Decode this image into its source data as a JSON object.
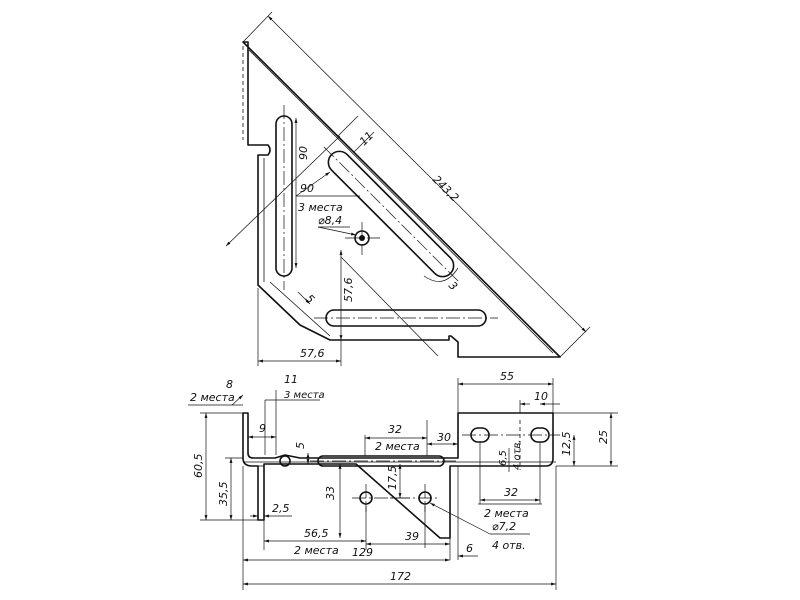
{
  "top_view": {
    "dim_hyp": "243,2",
    "dim_slot_w": "11",
    "dim_90_a": "90",
    "dim_90_b": "90",
    "note_3places": "3 места",
    "dim_hole": "⌀8,4",
    "dim_57_6_v": "57,6",
    "dim_57_6_h": "57,6",
    "dim_5": "5",
    "dim_3": "3"
  },
  "front_view": {
    "dim_8": "8",
    "note_8_2places": "2 места",
    "dim_11": "11",
    "note_11_3places": "3 места",
    "dim_9": "9",
    "dim_5": "5",
    "dim_32": "32",
    "note_32_2places": "2 места",
    "dim_30": "30",
    "dim_55": "55",
    "dim_10": "10",
    "dim_12_5": "12,5",
    "dim_25": "25",
    "dim_6_5": "6,5",
    "note_4holes": "4 отв.",
    "dim_60_5": "60,5",
    "dim_35_5": "35,5",
    "dim_33": "33",
    "dim_17_5": "17,5",
    "dim_2_5": "2,5",
    "dim_32_b": "32",
    "note_32_b_2places": "2 места",
    "dim_56_5": "56,5",
    "note_56_2places": "2 места",
    "dim_39": "39",
    "dim_hole": "⌀7,2",
    "note_hole_4": "4 отв.",
    "dim_129": "129",
    "dim_6": "6",
    "dim_172": "172"
  }
}
